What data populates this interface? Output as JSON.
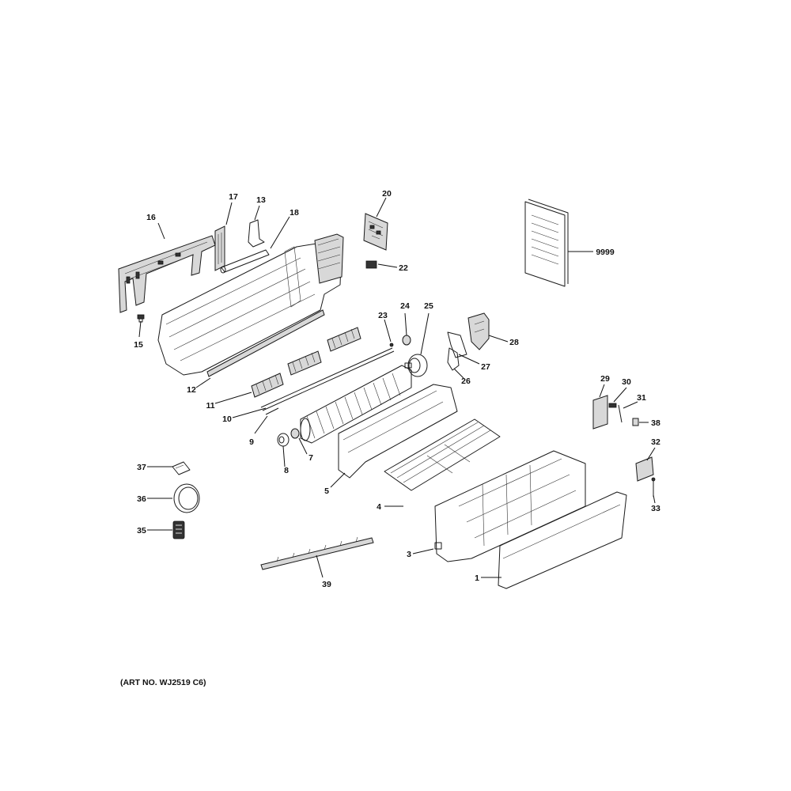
{
  "art_number": "(ART NO. WJ2519 C6)",
  "callouts": [
    "1",
    "3",
    "4",
    "5",
    "7",
    "8",
    "9",
    "10",
    "11",
    "12",
    "13",
    "15",
    "16",
    "17",
    "18",
    "20",
    "22",
    "23",
    "24",
    "25",
    "26",
    "27",
    "28",
    "29",
    "30",
    "31",
    "32",
    "33",
    "35",
    "36",
    "37",
    "38",
    "39",
    "9999"
  ]
}
